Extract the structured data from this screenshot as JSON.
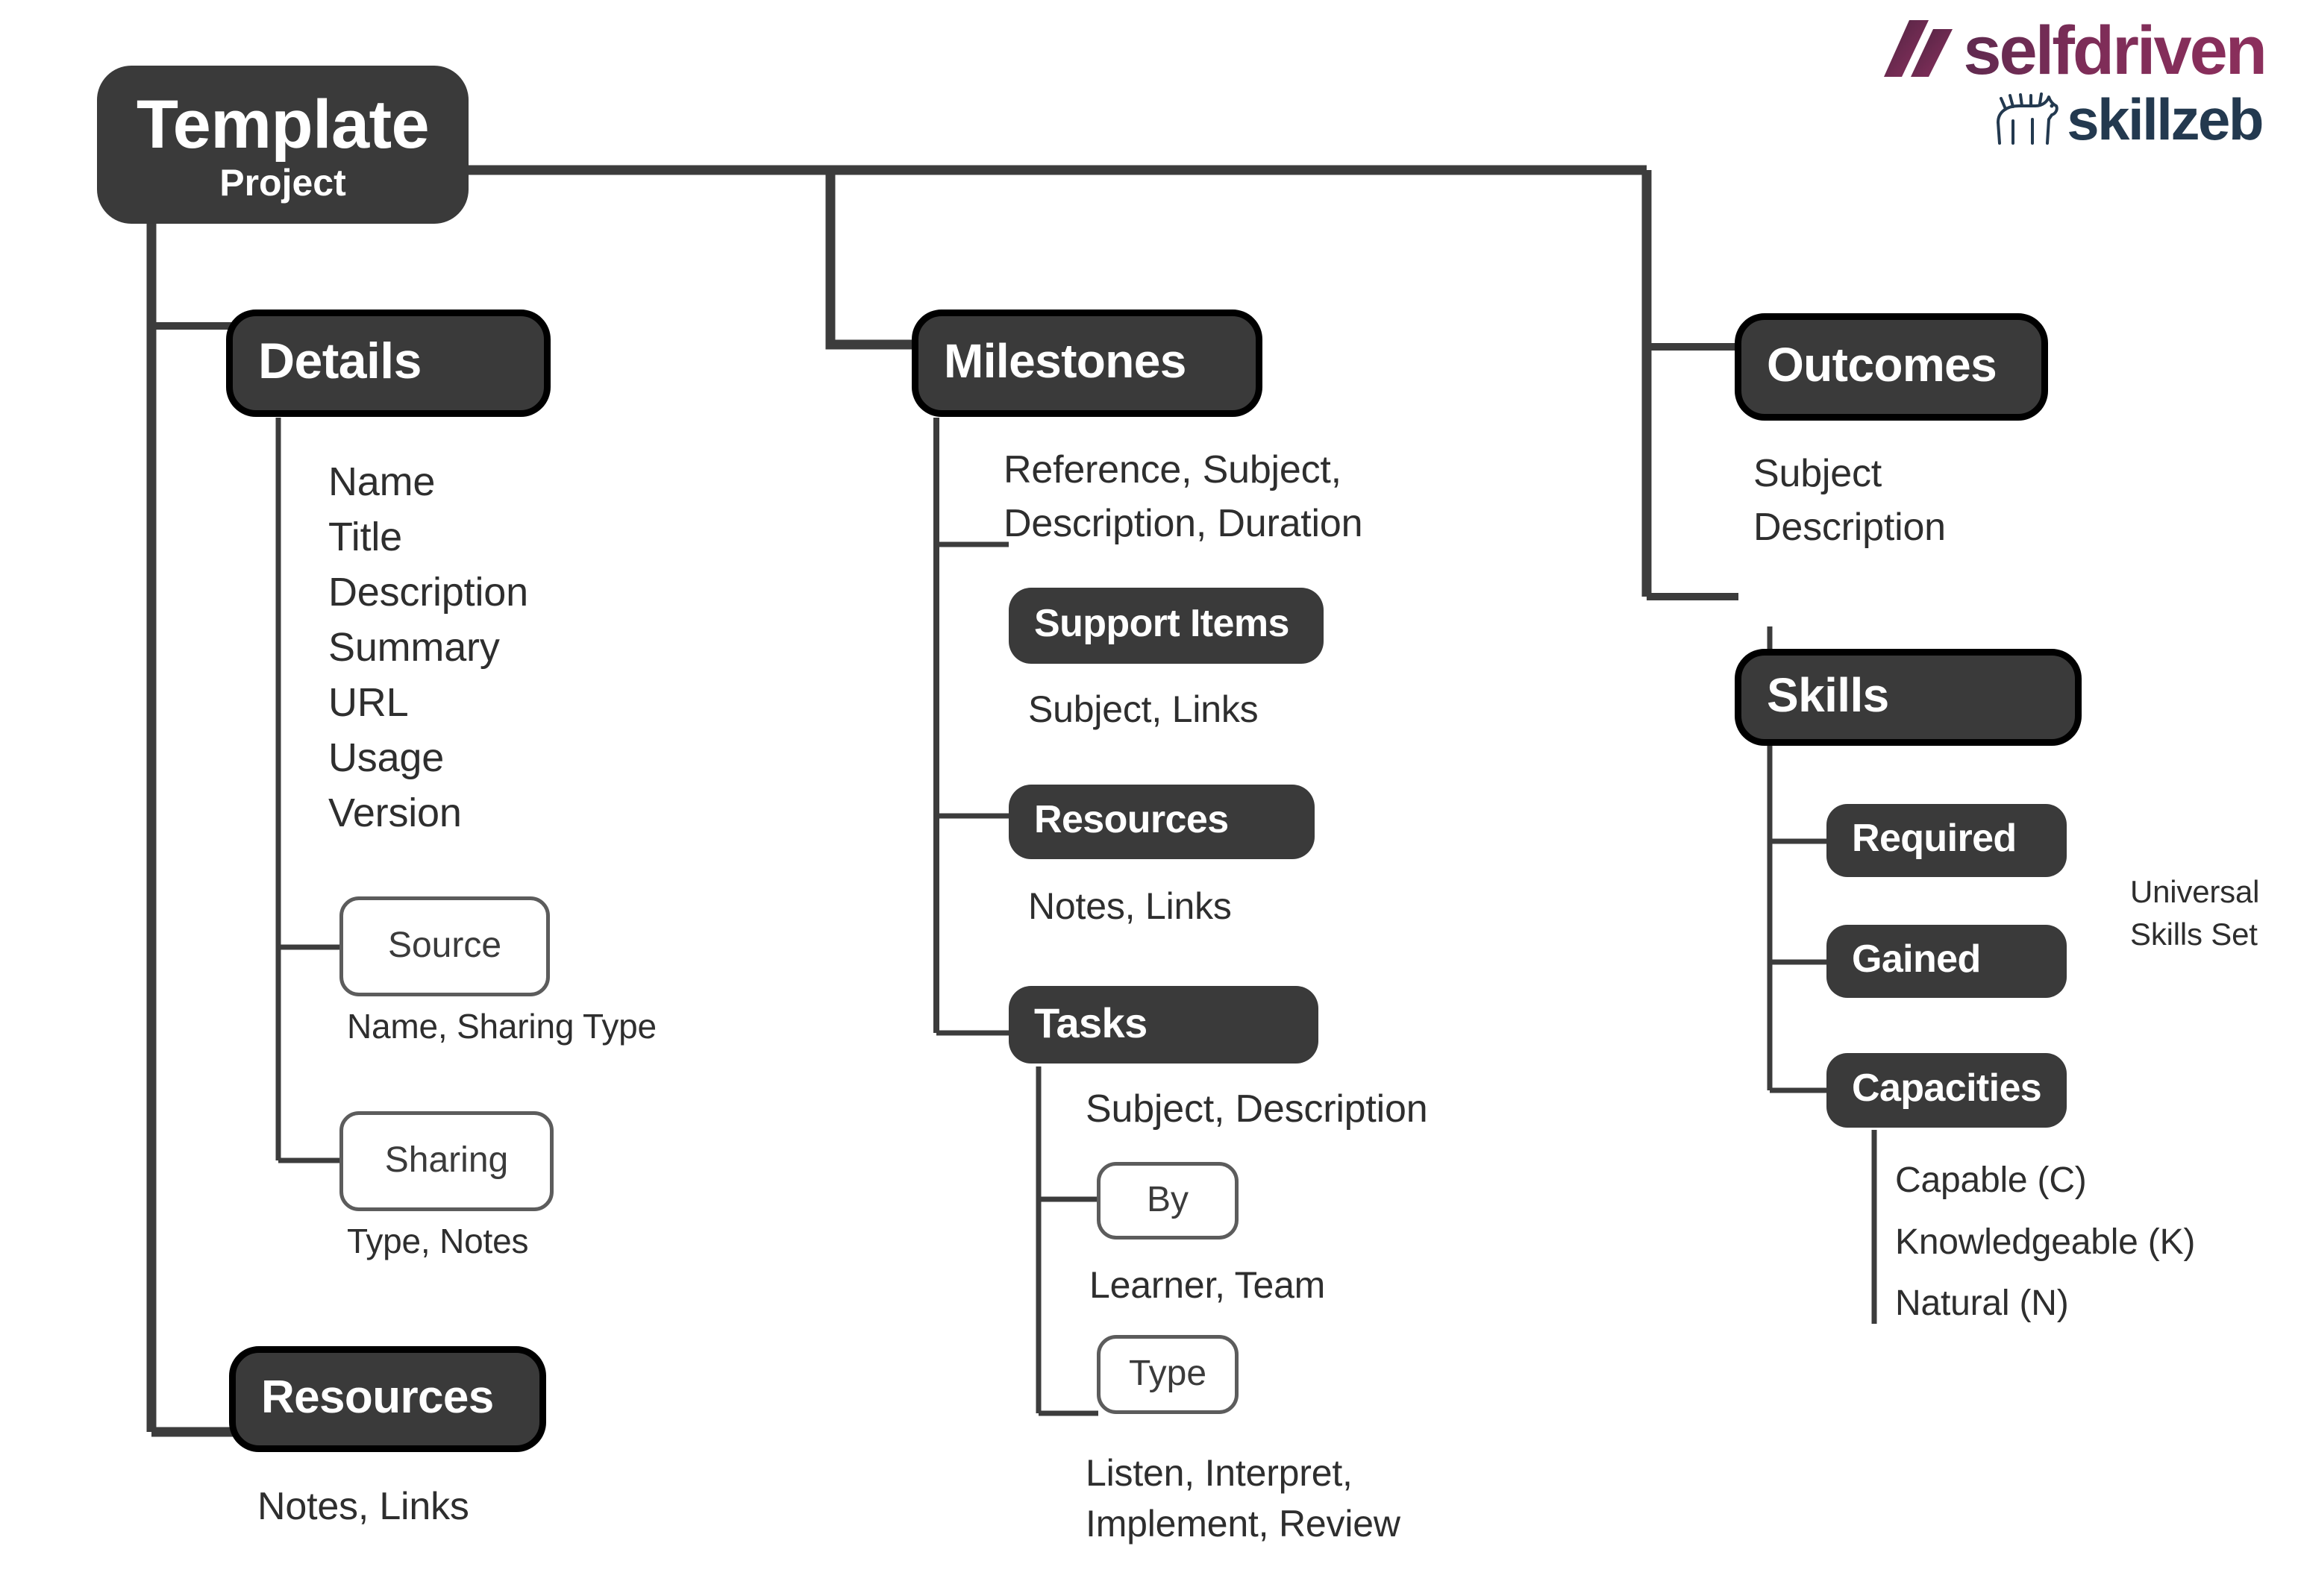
{
  "diagram": {
    "title": "Template Project structure map",
    "colors": {
      "node_fill": "#3a3a3a",
      "node_text": "#ffffff",
      "node_outline_heavy": "#000000",
      "light_node_border": "#5c5c5c",
      "body_text": "#2e2e2e",
      "connector": "#3c3c3c",
      "brand_selfdriven": "#7d2d58",
      "brand_skillzeb": "#23394f",
      "background": "#ffffff"
    }
  },
  "logo": {
    "selfdriven_wordmark": "selfdriven",
    "skillzeb_wordmark": "skillzeb",
    "selfdriven_icon": "slash-mark-icon",
    "skillzeb_icon": "zebra-icon"
  },
  "nodes": {
    "template": {
      "title": "Template",
      "subtitle": "Project"
    },
    "details": {
      "title": "Details",
      "fields": "Name\nTitle\nDescription\nSummary\nURL\nUsage\nVersion"
    },
    "source": {
      "title": "Source",
      "fields": "Name, Sharing Type"
    },
    "sharing": {
      "title": "Sharing",
      "fields": "Type, Notes"
    },
    "resources_left": {
      "title": "Resources",
      "fields": "Notes, Links"
    },
    "milestones": {
      "title": "Milestones",
      "fields": "Reference, Subject,\nDescription, Duration"
    },
    "support_items": {
      "title": "Support Items",
      "fields": "Subject, Links"
    },
    "resources_mid": {
      "title": "Resources",
      "fields": "Notes, Links"
    },
    "tasks": {
      "title": "Tasks",
      "fields": "Subject, Description"
    },
    "by": {
      "title": "By",
      "fields": "Learner, Team"
    },
    "type": {
      "title": "Type",
      "fields": "Listen, Interpret,\nImplement, Review"
    },
    "outcomes": {
      "title": "Outcomes",
      "fields": "Subject\nDescription"
    },
    "skills": {
      "title": "Skills"
    },
    "required": {
      "title": "Required"
    },
    "gained": {
      "title": "Gained"
    },
    "capacities": {
      "title": "Capacities",
      "fields": "Capable (C)\n\nKnowledgeable (K)\n\nNatural (N)"
    },
    "universal_skills_note": "Universal\nSkills Set"
  }
}
